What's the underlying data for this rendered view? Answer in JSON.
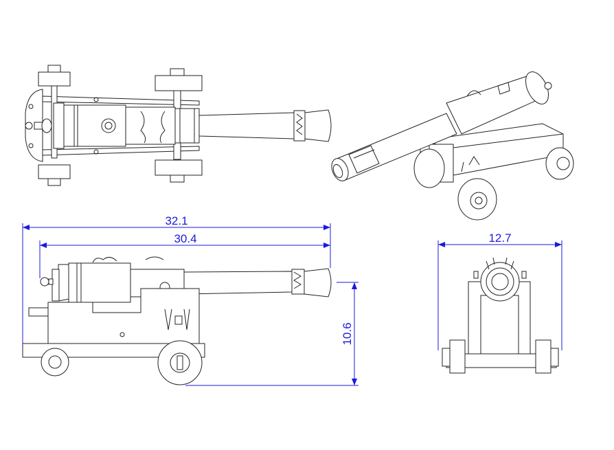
{
  "dimensions": {
    "overall_length": "32.1",
    "barrel_length": "30.4",
    "height": "10.6",
    "width": "12.7"
  },
  "colors": {
    "dimension": "#1a1adf",
    "line": "#222222",
    "background": "#ffffff"
  }
}
